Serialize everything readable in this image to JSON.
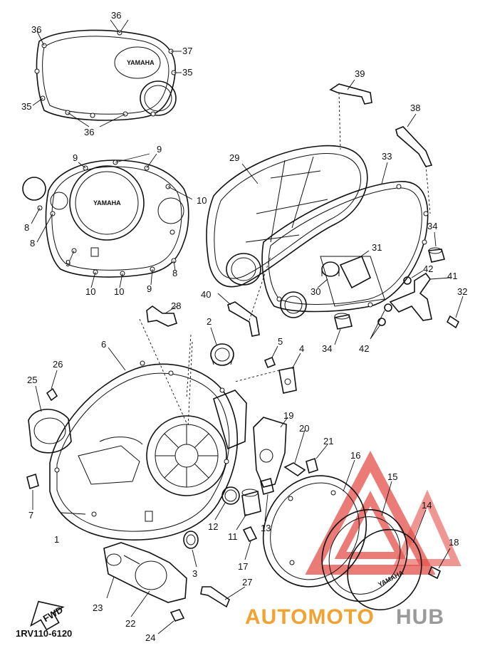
{
  "diagram": {
    "code": "1RV110-6120",
    "emblem_text": "YAMAHA",
    "fwd_label": "FWD",
    "watermark": {
      "brand_a": "AUTOMOTO",
      "brand_b": "HUB",
      "color_red": "#e0302a",
      "color_orange": "#f2a230"
    },
    "labels": [
      {
        "id": "l36a",
        "text": "36"
      },
      {
        "id": "l36b",
        "text": "36"
      },
      {
        "id": "l37",
        "text": "37"
      },
      {
        "id": "l35a",
        "text": "35"
      },
      {
        "id": "l35b",
        "text": "35"
      },
      {
        "id": "l36c",
        "text": "36"
      },
      {
        "id": "l9a",
        "text": "9"
      },
      {
        "id": "l9b",
        "text": "9"
      },
      {
        "id": "l10a",
        "text": "10"
      },
      {
        "id": "l8a",
        "text": "8"
      },
      {
        "id": "l8b",
        "text": "8"
      },
      {
        "id": "l9c",
        "text": "9"
      },
      {
        "id": "l8c",
        "text": "8"
      },
      {
        "id": "l10b",
        "text": "10"
      },
      {
        "id": "l10c",
        "text": "10"
      },
      {
        "id": "l9d",
        "text": "9"
      },
      {
        "id": "l39",
        "text": "39"
      },
      {
        "id": "l38",
        "text": "38"
      },
      {
        "id": "l29",
        "text": "29"
      },
      {
        "id": "l33",
        "text": "33"
      },
      {
        "id": "l34a",
        "text": "34"
      },
      {
        "id": "l31",
        "text": "31"
      },
      {
        "id": "l42a",
        "text": "42"
      },
      {
        "id": "l41",
        "text": "41"
      },
      {
        "id": "l30",
        "text": "30"
      },
      {
        "id": "l32",
        "text": "32"
      },
      {
        "id": "l40",
        "text": "40"
      },
      {
        "id": "l28",
        "text": "28"
      },
      {
        "id": "l2",
        "text": "2"
      },
      {
        "id": "l34b",
        "text": "34"
      },
      {
        "id": "l42b",
        "text": "42"
      },
      {
        "id": "l5",
        "text": "5"
      },
      {
        "id": "l4",
        "text": "4"
      },
      {
        "id": "l6",
        "text": "6"
      },
      {
        "id": "l26",
        "text": "26"
      },
      {
        "id": "l25",
        "text": "25"
      },
      {
        "id": "l19",
        "text": "19"
      },
      {
        "id": "l20",
        "text": "20"
      },
      {
        "id": "l21",
        "text": "21"
      },
      {
        "id": "l16",
        "text": "16"
      },
      {
        "id": "l15",
        "text": "15"
      },
      {
        "id": "l14",
        "text": "14"
      },
      {
        "id": "l7",
        "text": "7"
      },
      {
        "id": "l1",
        "text": "1"
      },
      {
        "id": "l12",
        "text": "12"
      },
      {
        "id": "l11",
        "text": "11"
      },
      {
        "id": "l13",
        "text": "13"
      },
      {
        "id": "l18",
        "text": "18"
      },
      {
        "id": "l17",
        "text": "17"
      },
      {
        "id": "l3",
        "text": "3"
      },
      {
        "id": "l27",
        "text": "27"
      },
      {
        "id": "l23",
        "text": "23"
      },
      {
        "id": "l22",
        "text": "22"
      },
      {
        "id": "l24",
        "text": "24"
      }
    ]
  }
}
